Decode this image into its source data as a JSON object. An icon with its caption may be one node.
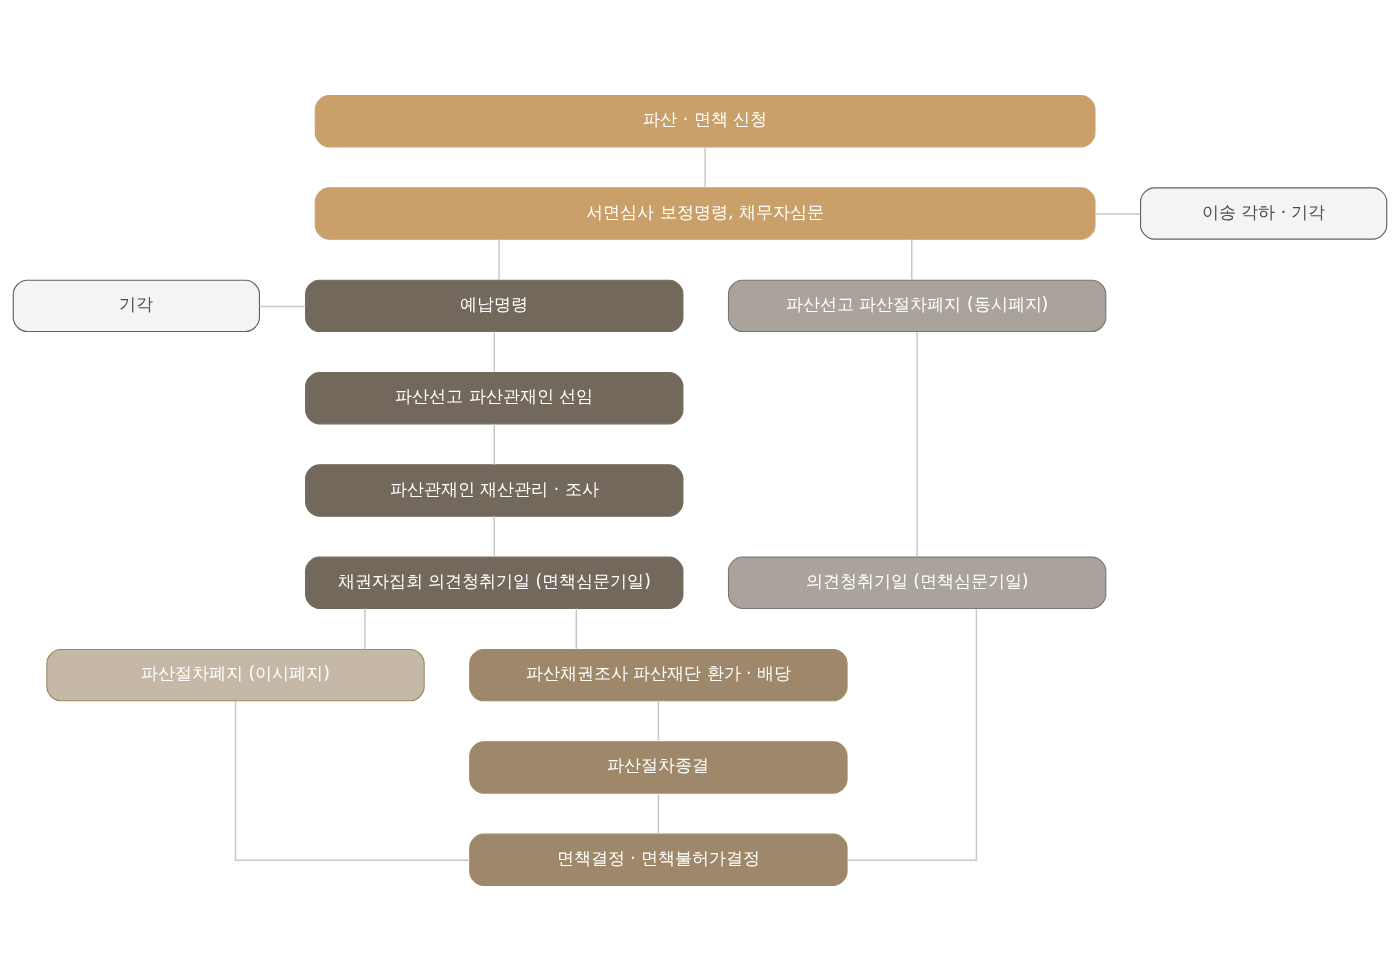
{
  "diagram": {
    "nodes": [
      {
        "text": [
          "파산 · 면책 신청"
        ]
      },
      {
        "text": [
          "서면심사 보정명령, 채무자심문"
        ]
      },
      {
        "text": [
          "이송 각하 · 기각"
        ]
      },
      {
        "text": [
          "기각"
        ]
      },
      {
        "text": [
          "예납명령"
        ]
      },
      {
        "text": [
          "파산선고 파산절차폐지 (동시폐지)"
        ]
      },
      {
        "text": [
          "파산선고 파산관재인 선임"
        ]
      },
      {
        "text": [
          "파산관재인 재산관리 · 조사"
        ]
      },
      {
        "text": [
          "채권자집회 의견청취기일 (면책심문기일)"
        ]
      },
      {
        "text": [
          "의견청취기일 (면책심문기일)"
        ]
      },
      {
        "text": [
          "파산절차폐지 (이시폐지)"
        ]
      },
      {
        "text": [
          "파산채권조사 파산재단 환가 · 배당"
        ]
      },
      {
        "text": [
          "파산절차종결"
        ]
      },
      {
        "text": [
          "면책결정 · 면책불허가결정"
        ]
      }
    ],
    "edges": [
      {
        "from": 0,
        "to": 1,
        "arrow": "none"
      },
      {
        "from": 1,
        "to": 2,
        "arrow": "none"
      },
      {
        "from": 1,
        "to": 4,
        "arrow": "none"
      },
      {
        "from": 1,
        "to": 5,
        "arrow": "none"
      },
      {
        "from": 3,
        "to": 4,
        "arrow": "none"
      },
      {
        "from": 4,
        "to": 6,
        "arrow": "none"
      },
      {
        "from": 6,
        "to": 7,
        "arrow": "none"
      },
      {
        "from": 7,
        "to": 8,
        "arrow": "none"
      },
      {
        "from": 5,
        "to": 9,
        "arrow": "none"
      },
      {
        "from": 8,
        "to": 10,
        "arrow": "none"
      },
      {
        "from": 8,
        "to": 11,
        "arrow": "none"
      },
      {
        "from": 11,
        "to": 12,
        "arrow": "none"
      },
      {
        "from": 10,
        "to": 13,
        "arrow": "none"
      },
      {
        "from": 12,
        "to": 13,
        "arrow": "none"
      },
      {
        "from": 9,
        "to": 13,
        "arrow": "none"
      }
    ]
  }
}
